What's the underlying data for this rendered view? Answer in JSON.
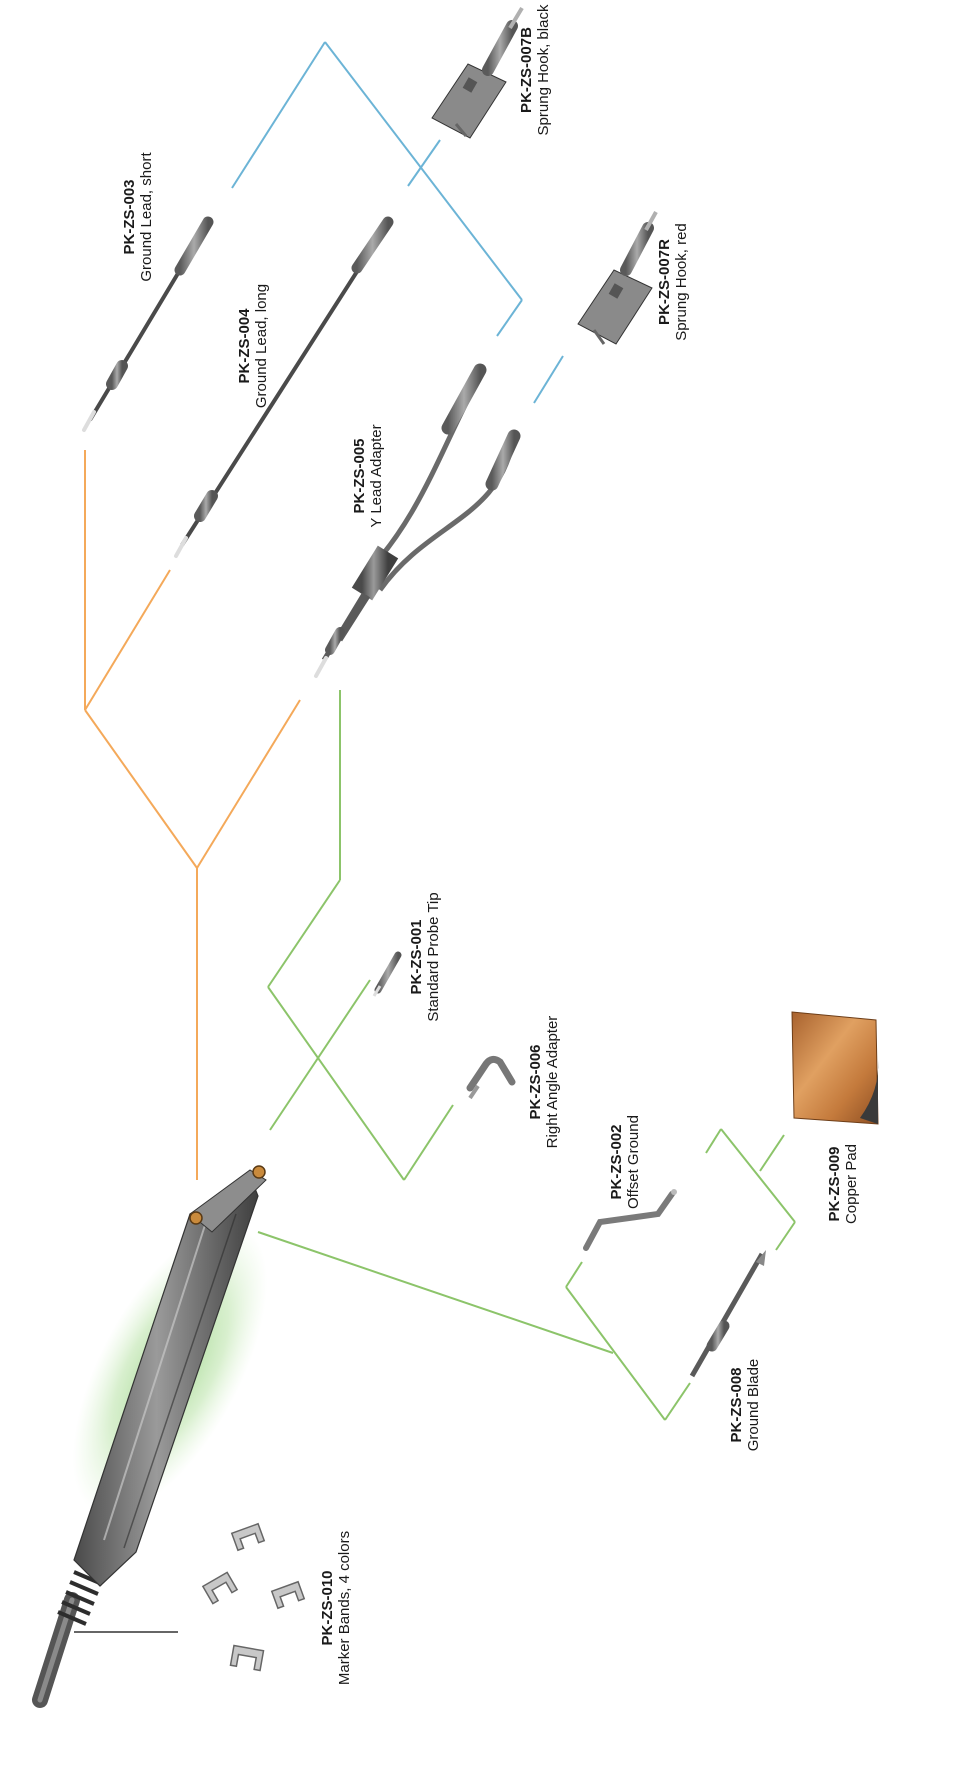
{
  "colors": {
    "orange": "#f4a95a",
    "green": "#8cc46a",
    "blue": "#6cb4d6",
    "gray": "#666666"
  },
  "parts": [
    {
      "id": "PK-ZS-003",
      "code": "PK-ZS-003",
      "desc": "Ground Lead, short"
    },
    {
      "id": "PK-ZS-004",
      "code": "PK-ZS-004",
      "desc": "Ground Lead, long"
    },
    {
      "id": "PK-ZS-005",
      "code": "PK-ZS-005",
      "desc": "Y Lead Adapter"
    },
    {
      "id": "PK-ZS-007B",
      "code": "PK-ZS-007B",
      "desc": "Sprung Hook, black"
    },
    {
      "id": "PK-ZS-007R",
      "code": "PK-ZS-007R",
      "desc": "Sprung Hook, red"
    },
    {
      "id": "PK-ZS-001",
      "code": "PK-ZS-001",
      "desc": "Standard Probe Tip"
    },
    {
      "id": "PK-ZS-006",
      "code": "PK-ZS-006",
      "desc": "Right Angle Adapter"
    },
    {
      "id": "PK-ZS-002",
      "code": "PK-ZS-002",
      "desc": "Offset Ground"
    },
    {
      "id": "PK-ZS-009",
      "code": "PK-ZS-009",
      "desc": "Copper Pad"
    },
    {
      "id": "PK-ZS-008",
      "code": "PK-ZS-008",
      "desc": "Ground Blade"
    },
    {
      "id": "PK-ZS-010",
      "code": "PK-ZS-010",
      "desc": "Marker Bands, 4 colors"
    }
  ]
}
